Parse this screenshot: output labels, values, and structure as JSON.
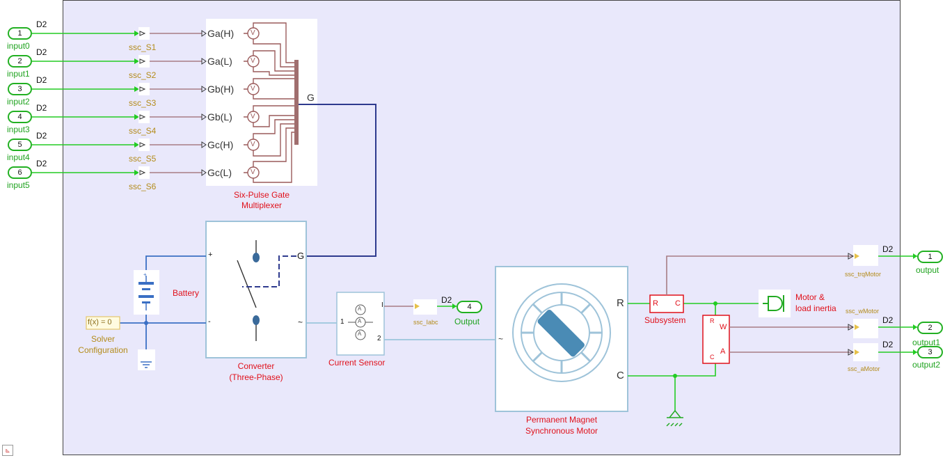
{
  "inports": [
    {
      "num": "1",
      "name": "input0",
      "signal": "D2",
      "sensor": "ssc_S1"
    },
    {
      "num": "2",
      "name": "input1",
      "signal": "D2",
      "sensor": "ssc_S2"
    },
    {
      "num": "3",
      "name": "input2",
      "signal": "D2",
      "sensor": "ssc_S3"
    },
    {
      "num": "4",
      "name": "input3",
      "signal": "D2",
      "sensor": "ssc_S4"
    },
    {
      "num": "5",
      "name": "input4",
      "signal": "D2",
      "sensor": "ssc_S5"
    },
    {
      "num": "6",
      "name": "input5",
      "signal": "D2",
      "sensor": "ssc_S6"
    }
  ],
  "gate_mux": {
    "ports": [
      "Ga(H)",
      "Ga(L)",
      "Gb(H)",
      "Gb(L)",
      "Gc(H)",
      "Gc(L)"
    ],
    "output_port": "G",
    "volt_symbol": "V",
    "name_line1": "Six-Pulse Gate",
    "name_line2": "Multiplexer"
  },
  "converter": {
    "port_plus": "+",
    "port_minus": "-",
    "port_g": "G",
    "port_ac": "~",
    "name_line1": "Converter",
    "name_line2": "(Three-Phase)"
  },
  "battery": {
    "name": "Battery",
    "plus": "+"
  },
  "solver": {
    "expr": "f(x) = 0",
    "name_line1": "Solver",
    "name_line2": "Configuration"
  },
  "current_sensor": {
    "name": "Current Sensor",
    "port_i": "I",
    "port_1": "1",
    "port_2": "2",
    "amp_symbol": "A",
    "signal": "D2",
    "converter_label": "ssc_Iabc",
    "outport_num": "4",
    "outport_name": "Output"
  },
  "motor": {
    "name_line1": "Permanent Magnet",
    "name_line2": "Synchronous Motor",
    "port_r": "R",
    "port_c": "C",
    "port_ac": "~"
  },
  "subsystem": {
    "name": "Subsystem",
    "port_r": "R",
    "port_c": "C"
  },
  "inertia": {
    "name_line1": "Motor &",
    "name_line2": "load inertia"
  },
  "motion_sensor": {
    "port_r": "R",
    "port_c": "C",
    "port_w": "W",
    "port_a": "A"
  },
  "outports": [
    {
      "num": "1",
      "name": "output",
      "signal": "D2",
      "converter_label": "ssc_trqMotor"
    },
    {
      "num": "2",
      "name": "output1",
      "signal": "D2",
      "converter_label": "ssc_wMotor"
    },
    {
      "num": "3",
      "name": "output2",
      "signal": "D2",
      "converter_label": "ssc_aMotor"
    }
  ]
}
